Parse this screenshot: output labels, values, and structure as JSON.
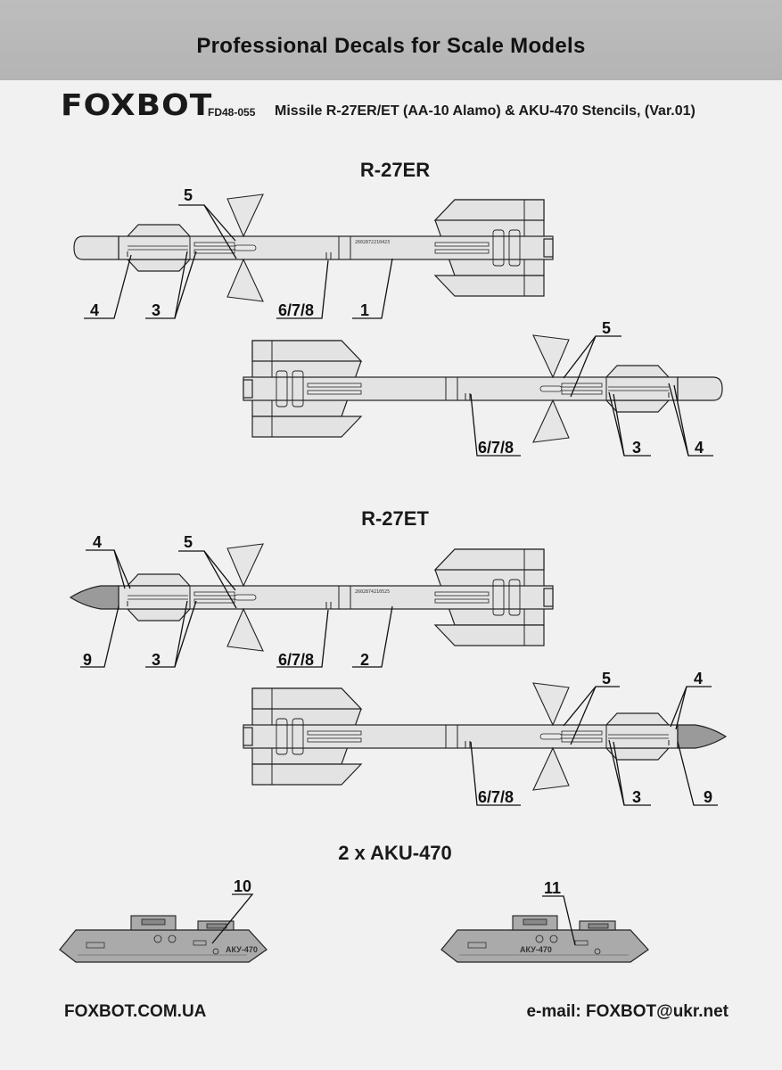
{
  "header": {
    "banner_title": "Professional Decals for Scale Models",
    "brand": "FOXBOT",
    "code": "FD48-055",
    "subtitle": "Missile R-27ER/ET (AA-10 Alamo) & AKU-470 Stencils, (Var.01)"
  },
  "sections": {
    "r27er": "R-27ER",
    "r27et": "R-27ET",
    "aku": "2 x AKU-470"
  },
  "missiles": [
    {
      "id": "r27er-left",
      "serial": "2602872210423",
      "callouts": [
        "5",
        "4",
        "3",
        "6/7/8",
        "1"
      ]
    },
    {
      "id": "r27er-right",
      "callouts": [
        "5",
        "6/7/8",
        "3",
        "4"
      ]
    },
    {
      "id": "r27et-left",
      "serial": "2602874210525",
      "callouts": [
        "4",
        "5",
        "9",
        "3",
        "6/7/8",
        "2"
      ]
    },
    {
      "id": "r27et-right",
      "callouts": [
        "5",
        "4",
        "6/7/8",
        "3",
        "9"
      ]
    }
  ],
  "pylons": [
    {
      "id": "aku-left",
      "callout": "10",
      "marking": "АКУ-470"
    },
    {
      "id": "aku-right",
      "callout": "11",
      "marking": "АКУ-470"
    }
  ],
  "footer": {
    "website": "FOXBOT.COM.UA",
    "email": "e-mail: FOXBOT@ukr.net"
  },
  "colors": {
    "background": "#f1f1f1",
    "banner": "#b8b8b8",
    "body_fill": "#e2e2e2",
    "seeker_fill": "#9a9a9a",
    "pylon_fill": "#a9a9a9",
    "outline": "#222222"
  }
}
